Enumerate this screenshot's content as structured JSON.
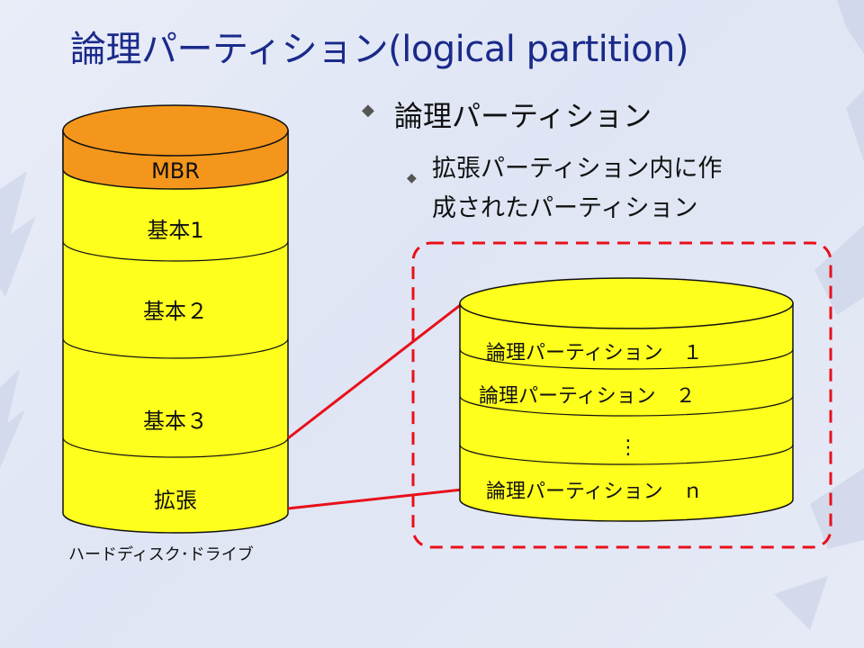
{
  "slide": {
    "title": "論理パーティション(logical partition)"
  },
  "bullets": {
    "level1": "論理パーティション",
    "level2_line1": "拡張パーティション内に作",
    "level2_line2": "成されたパーティション"
  },
  "disk": {
    "segments": [
      "MBR",
      "基本1",
      "基本２",
      "基本３",
      "拡張"
    ],
    "caption": "ハードディスク･ドライブ"
  },
  "logical": {
    "partitions": [
      "論理パーティション　１",
      "論理パーティション　２",
      "⋮",
      "論理パーティション　ｎ"
    ]
  },
  "colors": {
    "title": "#1a2a8a",
    "mbr_fill": "#f4961c",
    "partition_fill": "#ffff1e",
    "connector": "#e8101a",
    "dashed_frame": "#e8101a"
  }
}
